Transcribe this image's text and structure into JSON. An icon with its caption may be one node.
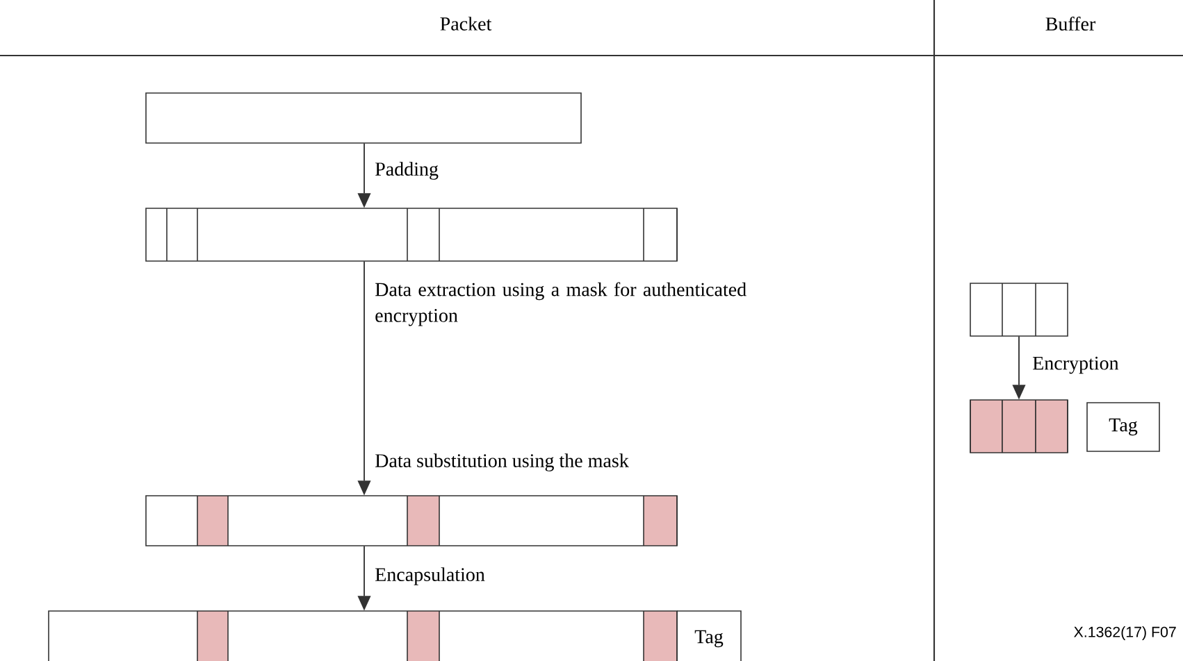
{
  "diagram": {
    "nodes": [
      {
        "text": [],
        "shape": "bar"
      },
      {
        "text": [],
        "shape": "bar"
      },
      {
        "text": [],
        "shape": "bar"
      },
      {
        "text": [],
        "shape": "bar"
      },
      {
        "text": [
          "Tag"
        ]
      },
      {
        "text": [],
        "shape": "bar"
      },
      {
        "text": [],
        "shape": "bar"
      },
      {
        "text": [
          "Tag"
        ]
      }
    ],
    "edges": [
      {
        "from": 0,
        "to": 1,
        "arrow": "to",
        "label": "Padding"
      },
      {
        "from": 1,
        "to": 2,
        "arrow": "to",
        "label": "Data substitution using the mask"
      },
      {
        "from": 2,
        "to": 3,
        "arrow": "to",
        "label": "Encapsulation"
      },
      {
        "from": 5,
        "to": 6,
        "arrow": "to",
        "label": "Encryption"
      }
    ],
    "labels": [
      "Packet",
      "Buffer",
      "Data extraction using a mask for authenticated encryption",
      "X.1362(17) F07"
    ]
  }
}
